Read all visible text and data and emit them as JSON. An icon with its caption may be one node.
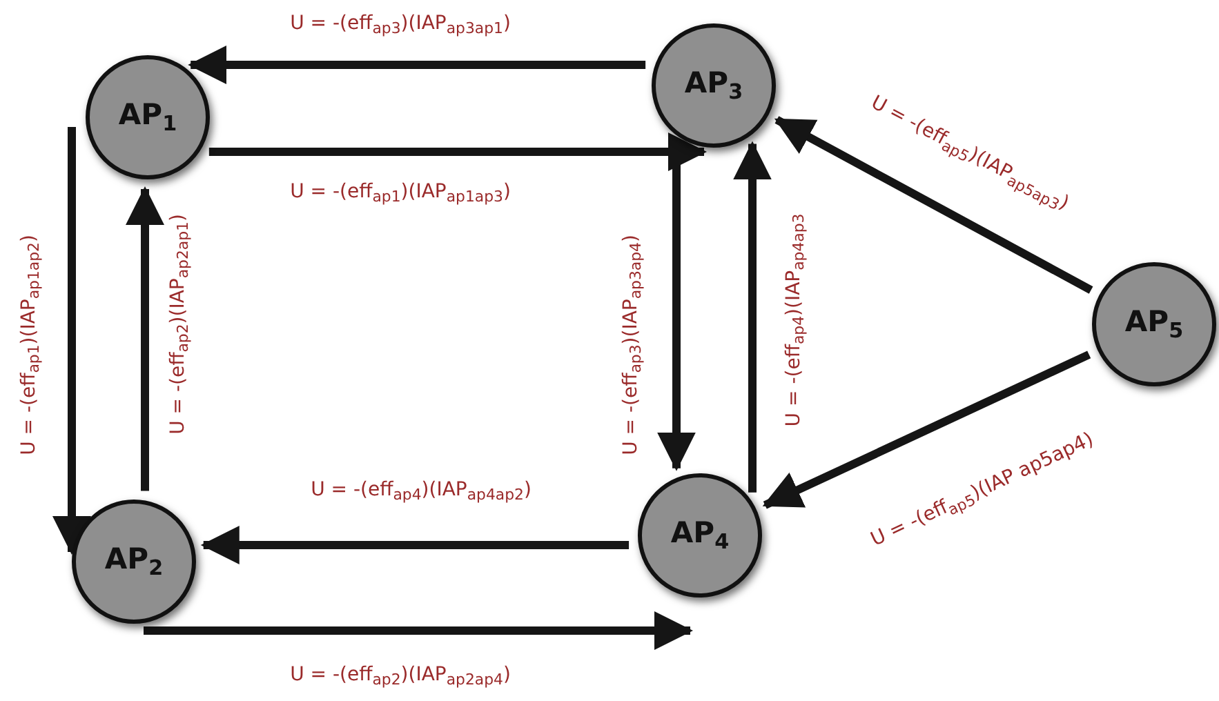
{
  "diagram": {
    "nodes": [
      {
        "text": [
          "AP$_{1}$"
        ]
      },
      {
        "text": [
          "AP$_{2}$"
        ]
      },
      {
        "text": [
          "AP$_{3}$"
        ]
      },
      {
        "text": [
          "AP$_{4}$"
        ]
      },
      {
        "text": [
          "AP$_{5}$"
        ]
      }
    ],
    "edges": [
      {
        "from": 2,
        "to": 0,
        "arrow": "to",
        "label": "U = -(eff$_{ap3}$)(IAP$_{ap3ap1}$)"
      },
      {
        "from": 0,
        "to": 2,
        "arrow": "to",
        "label": "U = -(eff$_{ap1}$)(IAP$_{ap1ap3}$)"
      },
      {
        "from": 0,
        "to": 1,
        "arrow": "to",
        "label": "U = -(eff$_{ap1}$)(IAP$_{ap1ap2}$)"
      },
      {
        "from": 1,
        "to": 0,
        "arrow": "to",
        "label": "U = -(eff$_{ap2}$)(IAP$_{ap2ap1}$)"
      },
      {
        "from": 2,
        "to": 3,
        "arrow": "to",
        "label": "U = -(eff$_{ap3}$)(IAP$_{ap3ap4}$)"
      },
      {
        "from": 3,
        "to": 2,
        "arrow": "to",
        "label": "U = -(eff$_{ap4}$)(IAP$_{ap4ap3}$"
      },
      {
        "from": 3,
        "to": 1,
        "arrow": "to",
        "label": "U = -(eff$_{ap4}$)(IAP$_{ap4ap2}$)"
      },
      {
        "from": 1,
        "to": 3,
        "arrow": "to",
        "label": "U = -(eff$_{ap2}$)(IAP$_{ap2ap4}$)"
      },
      {
        "from": 4,
        "to": 2,
        "arrow": "to",
        "label": "U = -(eff$_{ap5}$)(IAP$_{ap5ap3}$)"
      },
      {
        "from": 4,
        "to": 3,
        "arrow": "to",
        "label": "U = -(eff$_{ap5}$)(IAP ap5ap4)"
      }
    ]
  }
}
